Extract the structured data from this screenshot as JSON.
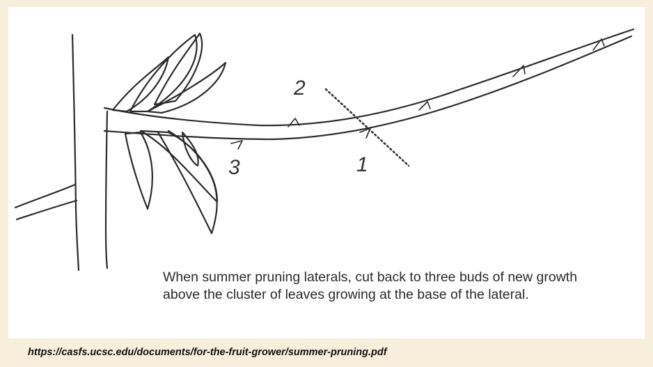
{
  "labels": {
    "cut_1": "1",
    "cut_2": "2",
    "cut_3": "3"
  },
  "caption": "When summer pruning laterals, cut back to three buds of new growth above the cluster of leaves growing at the base of the lateral.",
  "source_url": "https://casfs.ucsc.edu/documents/for-the-fruit-grower/summer-pruning.pdf",
  "colors": {
    "background": "#f7efdc",
    "panel": "#ffffff",
    "ink": "#2b2b2b"
  }
}
